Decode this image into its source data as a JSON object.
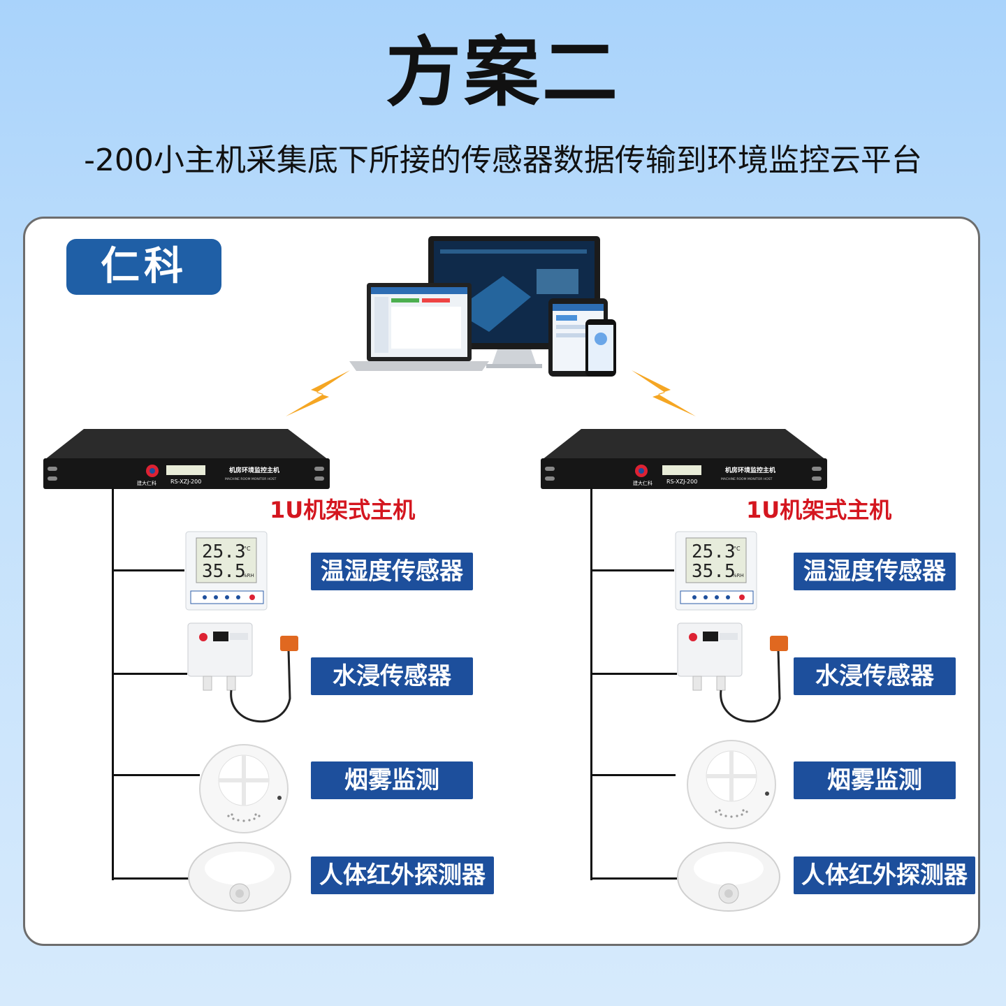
{
  "page": {
    "title": "方案二",
    "subtitle": "-200小主机采集底下所接的传感器数据传输到环境监控云平台",
    "brand": "仁科"
  },
  "host": {
    "caption": "1U机架式主机",
    "panel_title": "机房环境监控主机",
    "panel_subtitle": "MACHINE ROOM MONITOR HOST",
    "model": "RS-XZJ-200",
    "logo_text": "建大仁科"
  },
  "sensors": {
    "temp_humidity": "温湿度传感器",
    "water": "水浸传感器",
    "smoke": "烟雾监测",
    "infrared": "人体红外探测器"
  },
  "display": {
    "temperature": "25.3",
    "humidity": "35.5",
    "temp_unit": "°C",
    "hum_unit": "%RH"
  },
  "colors": {
    "label_bg": "#1d4f9c",
    "brand_bg": "#1f5fa6",
    "caption": "#d4161f",
    "bolt": "#f5a623"
  }
}
